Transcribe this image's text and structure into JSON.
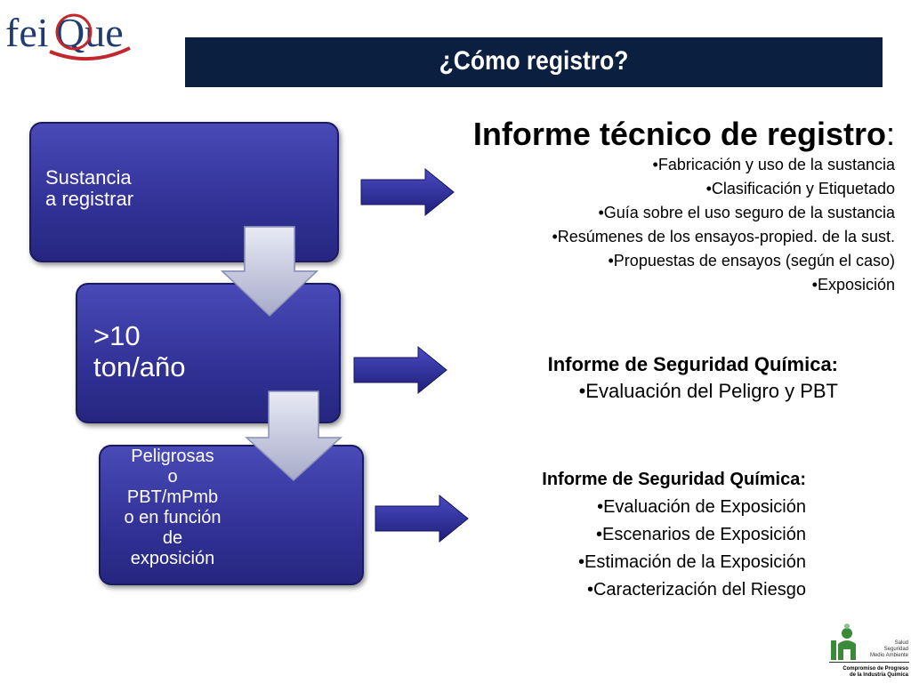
{
  "logo": {
    "text_part1": "fei",
    "text_part2": "Que"
  },
  "header": {
    "title": "¿Cómo registro?"
  },
  "boxes": [
    {
      "lines": [
        "Sustancia",
        "a registrar"
      ]
    },
    {
      "lines": [
        ">10",
        "ton/año"
      ]
    },
    {
      "lines": [
        "Peligrosas",
        "o",
        "PBT/mPmb",
        "o en función",
        "de",
        "exposición"
      ]
    }
  ],
  "info_blocks": [
    {
      "title": "Informe técnico de registro",
      "title_suffix": ":",
      "items": [
        "•Fabricación y uso de la sustancia",
        "•Clasificación y Etiquetado",
        "•Guía sobre el uso seguro de la sustancia",
        "•Resúmenes de los ensayos-propied. de la sust.",
        "•Propuestas de ensayos (según el caso)",
        "•Exposición"
      ]
    },
    {
      "title": "Informe de Seguridad Química:",
      "items": [
        "•Evaluación del Peligro y PBT"
      ]
    },
    {
      "title": "Informe de Seguridad Química:",
      "items": [
        "•Evaluación de Exposición",
        "•Escenarios de Exposición",
        "•Estimación de la Exposición",
        "•Caracterización del Riesgo"
      ]
    }
  ],
  "corner_logo": {
    "lines": [
      "Salud",
      "Seguridad",
      "Medio Ambiente"
    ],
    "bold_lines": [
      "Compromiso de Progreso",
      "de la Industria Química"
    ]
  },
  "colors": {
    "title_bar": "#0b1f40",
    "box": "#333399",
    "arrow": "#2b2b8c",
    "logo_red": "#c0282d",
    "logo_blue": "#1f3b70",
    "corner_green": "#3a8a3a"
  }
}
